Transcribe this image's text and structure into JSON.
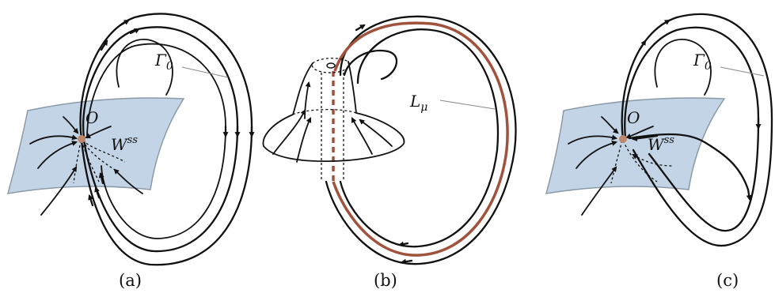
{
  "panels": [
    {
      "caption": "(a)",
      "labels": {
        "gamma": "Γ",
        "gamma_sub": "0",
        "origin": "O",
        "manifold": "W",
        "manifold_sup": "ss"
      }
    },
    {
      "caption": "(b)",
      "labels": {
        "cycle": "L",
        "cycle_sub": "μ"
      }
    },
    {
      "caption": "(c)",
      "labels": {
        "gamma": "Γ",
        "gamma_sub": "0",
        "origin": "O",
        "manifold": "W",
        "manifold_sup": "ss"
      }
    }
  ],
  "colors": {
    "sheet_fill": "#c2d4e6",
    "equilibrium": "#c0866a",
    "cycle": "#a0523c",
    "ink": "#111111"
  }
}
